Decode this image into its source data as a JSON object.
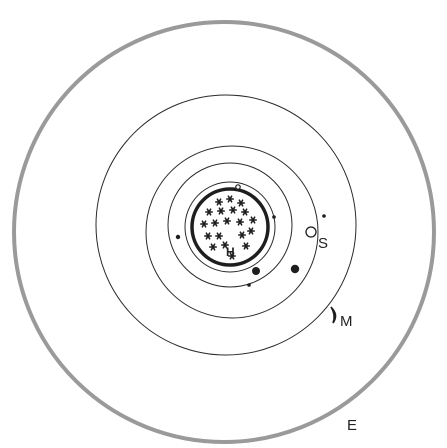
{
  "diagram": {
    "labels": {
      "center": "H",
      "s": "S",
      "m": "M",
      "e": "E"
    },
    "colors": {
      "line": "#2a2a2a",
      "outer_ring": "#9a9a9a",
      "fill_dark": "#1e1e1e",
      "background": "#ffffff"
    }
  }
}
